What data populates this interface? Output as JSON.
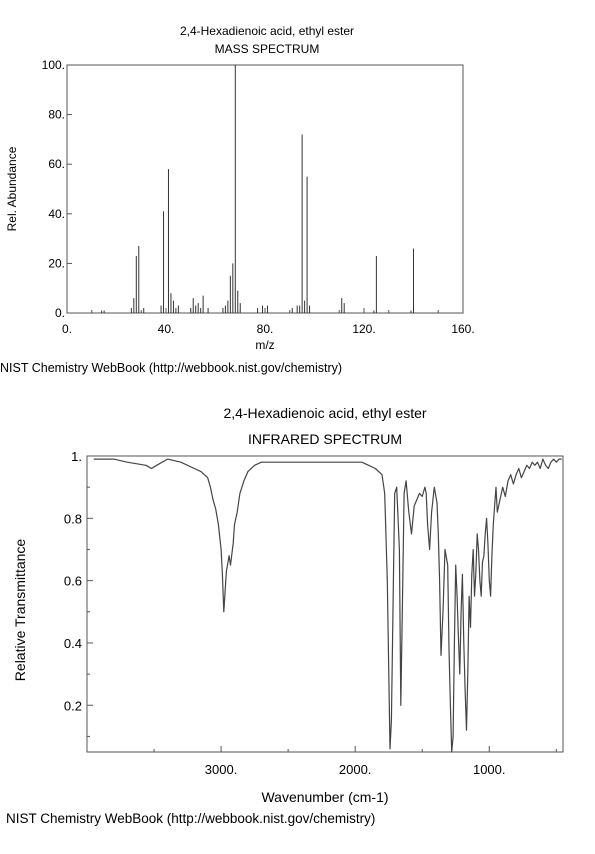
{
  "figures": [
    {
      "title": "2,4-Hexadienoic acid, ethyl ester",
      "subtitle": "MASS SPECTRUM",
      "xlabel": "m/z",
      "ylabel": "Rel. Abundance",
      "source": "NIST Chemistry WebBook (http://webbook.nist.gov/chemistry)",
      "x_tick_labels": [
        "0.",
        "40.",
        "80.",
        "120.",
        "160."
      ],
      "y_tick_labels": [
        "0.",
        "20.",
        "40.",
        "60.",
        "80.",
        "100."
      ]
    },
    {
      "title": "2,4-Hexadienoic acid, ethyl ester",
      "subtitle": "INFRARED SPECTRUM",
      "xlabel": "Wavenumber (cm-1)",
      "ylabel": "Relative Transmittance",
      "source": "NIST Chemistry WebBook (http://webbook.nist.gov/chemistry)",
      "x_tick_labels": [
        "3000.",
        "2000.",
        "1000."
      ],
      "y_tick_labels": [
        "0.2",
        "0.4",
        "0.6",
        "0.8",
        "1."
      ]
    }
  ],
  "chart_data": [
    {
      "type": "bar",
      "title": "2,4-Hexadienoic acid, ethyl ester",
      "subtitle": "MASS SPECTRUM",
      "xlabel": "m/z",
      "ylabel": "Rel. Abundance",
      "xlim": [
        0,
        160
      ],
      "ylim": [
        0,
        100
      ],
      "x_ticks": [
        0,
        40,
        80,
        120,
        160
      ],
      "y_ticks": [
        0,
        20,
        40,
        60,
        80,
        100
      ],
      "grid": false,
      "x": [
        14,
        15,
        26,
        27,
        28,
        29,
        31,
        38,
        39,
        40,
        41,
        42,
        43,
        44,
        45,
        50,
        51,
        52,
        53,
        54,
        55,
        57,
        63,
        64,
        65,
        66,
        67,
        68,
        69,
        70,
        77,
        79,
        81,
        91,
        93,
        94,
        95,
        96,
        97,
        98,
        111,
        112,
        124,
        125,
        139,
        140
      ],
      "values": [
        1,
        1,
        2,
        6,
        23,
        27,
        2,
        3,
        41,
        2,
        58,
        8,
        5,
        2,
        3,
        2,
        6,
        3,
        4,
        2,
        7,
        2,
        2,
        3,
        5,
        15,
        20,
        100,
        9,
        4,
        2,
        3,
        3,
        2,
        3,
        3,
        72,
        5,
        55,
        3,
        6,
        4,
        1,
        23,
        1,
        26
      ]
    },
    {
      "type": "line",
      "title": "2,4-Hexadienoic acid, ethyl ester",
      "subtitle": "INFRARED SPECTRUM",
      "xlabel": "Wavenumber (cm-1)",
      "ylabel": "Relative Transmittance",
      "xlim": [
        4000,
        450
      ],
      "ylim": [
        0.05,
        1.0
      ],
      "x_ticks": [
        3000,
        2000,
        1000
      ],
      "y_ticks": [
        0.2,
        0.4,
        0.6,
        0.8,
        1.0
      ],
      "grid": false,
      "x": [
        3950,
        3800,
        3700,
        3560,
        3520,
        3480,
        3400,
        3300,
        3200,
        3150,
        3100,
        3080,
        3060,
        3040,
        3020,
        3000,
        2990,
        2980,
        2960,
        2940,
        2930,
        2910,
        2900,
        2880,
        2860,
        2830,
        2800,
        2750,
        2700,
        2600,
        2500,
        2400,
        2300,
        2200,
        2100,
        2000,
        1950,
        1900,
        1850,
        1800,
        1780,
        1760,
        1740,
        1730,
        1715,
        1705,
        1690,
        1670,
        1660,
        1645,
        1635,
        1620,
        1600,
        1580,
        1560,
        1520,
        1500,
        1480,
        1470,
        1460,
        1445,
        1430,
        1410,
        1390,
        1380,
        1370,
        1360,
        1345,
        1330,
        1310,
        1300,
        1290,
        1280,
        1270,
        1260,
        1250,
        1240,
        1230,
        1220,
        1210,
        1200,
        1190,
        1180,
        1170,
        1160,
        1150,
        1140,
        1130,
        1120,
        1110,
        1100,
        1090,
        1080,
        1070,
        1060,
        1050,
        1040,
        1030,
        1020,
        1010,
        1000,
        990,
        980,
        970,
        960,
        950,
        940,
        920,
        900,
        880,
        860,
        840,
        820,
        800,
        780,
        760,
        740,
        720,
        700,
        680,
        660,
        640,
        620,
        600,
        580,
        560,
        540,
        520,
        500,
        480,
        460
      ],
      "values": [
        0.99,
        0.99,
        0.98,
        0.97,
        0.96,
        0.97,
        0.99,
        0.98,
        0.96,
        0.95,
        0.93,
        0.9,
        0.86,
        0.83,
        0.78,
        0.7,
        0.62,
        0.5,
        0.63,
        0.68,
        0.65,
        0.72,
        0.78,
        0.82,
        0.88,
        0.92,
        0.95,
        0.97,
        0.98,
        0.98,
        0.98,
        0.98,
        0.98,
        0.98,
        0.98,
        0.98,
        0.98,
        0.97,
        0.96,
        0.94,
        0.88,
        0.6,
        0.06,
        0.15,
        0.6,
        0.88,
        0.9,
        0.7,
        0.2,
        0.6,
        0.88,
        0.92,
        0.82,
        0.75,
        0.84,
        0.88,
        0.87,
        0.9,
        0.88,
        0.78,
        0.7,
        0.82,
        0.9,
        0.85,
        0.75,
        0.6,
        0.36,
        0.5,
        0.7,
        0.65,
        0.38,
        0.2,
        0.05,
        0.1,
        0.4,
        0.65,
        0.55,
        0.42,
        0.3,
        0.5,
        0.62,
        0.4,
        0.25,
        0.12,
        0.3,
        0.55,
        0.45,
        0.62,
        0.7,
        0.55,
        0.62,
        0.75,
        0.7,
        0.6,
        0.55,
        0.66,
        0.68,
        0.75,
        0.8,
        0.72,
        0.6,
        0.55,
        0.68,
        0.78,
        0.84,
        0.9,
        0.82,
        0.86,
        0.9,
        0.87,
        0.92,
        0.94,
        0.91,
        0.94,
        0.96,
        0.93,
        0.95,
        0.97,
        0.96,
        0.98,
        0.97,
        0.98,
        0.96,
        0.99,
        0.97,
        0.96,
        0.98,
        0.99,
        0.98,
        0.99,
        0.99
      ]
    }
  ]
}
